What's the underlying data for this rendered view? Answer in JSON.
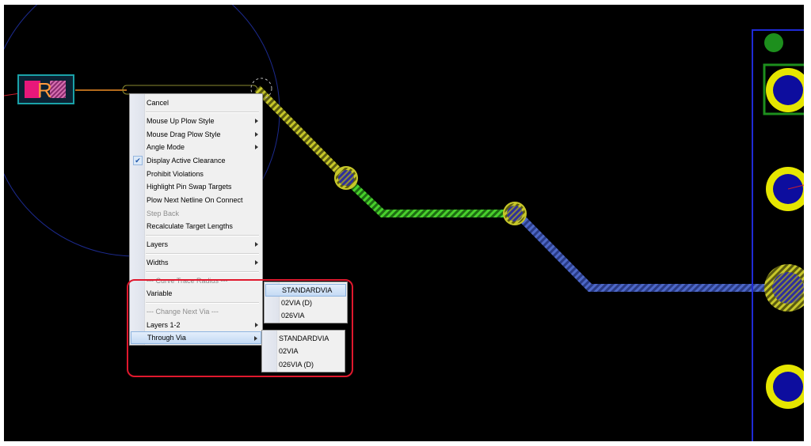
{
  "context_menu": {
    "items": [
      {
        "label": "Cancel"
      },
      {
        "label": "Mouse Up Plow Style"
      },
      {
        "label": "Mouse Drag Plow Style"
      },
      {
        "label": "Angle Mode"
      },
      {
        "label": "Display Active Clearance"
      },
      {
        "label": "Prohibit Violations"
      },
      {
        "label": "Highlight Pin Swap Targets"
      },
      {
        "label": "Plow Next Netline On Connect"
      },
      {
        "label": "Step Back"
      },
      {
        "label": "Recalculate Target Lengths"
      },
      {
        "label": "Layers"
      },
      {
        "label": "Widths"
      },
      {
        "label": "--- Curve Trace Radius ---"
      },
      {
        "label": "Variable"
      },
      {
        "label": "--- Change Next Via ---"
      },
      {
        "label": "Layers 1-2"
      },
      {
        "label": "Through Via"
      }
    ]
  },
  "layers_submenu": {
    "items": [
      {
        "label": "STANDARDVIA"
      },
      {
        "label": "02VIA  (D)"
      },
      {
        "label": "026VIA"
      }
    ]
  },
  "through_via_submenu": {
    "items": [
      {
        "label": "STANDARDVIA"
      },
      {
        "label": "02VIA"
      },
      {
        "label": "026VIA  (D)"
      }
    ]
  },
  "component": {
    "ref_label": "R"
  },
  "colors": {
    "background": "#000000",
    "trace_yellow": "#d4d431",
    "trace_green": "#42c62a",
    "trace_blue": "#4a63c0",
    "via_ring": "#e6e600",
    "pad_fill": "#0d0d9e",
    "board_outline": "#1f2ad6",
    "highlight_outline": "#e0182d"
  }
}
